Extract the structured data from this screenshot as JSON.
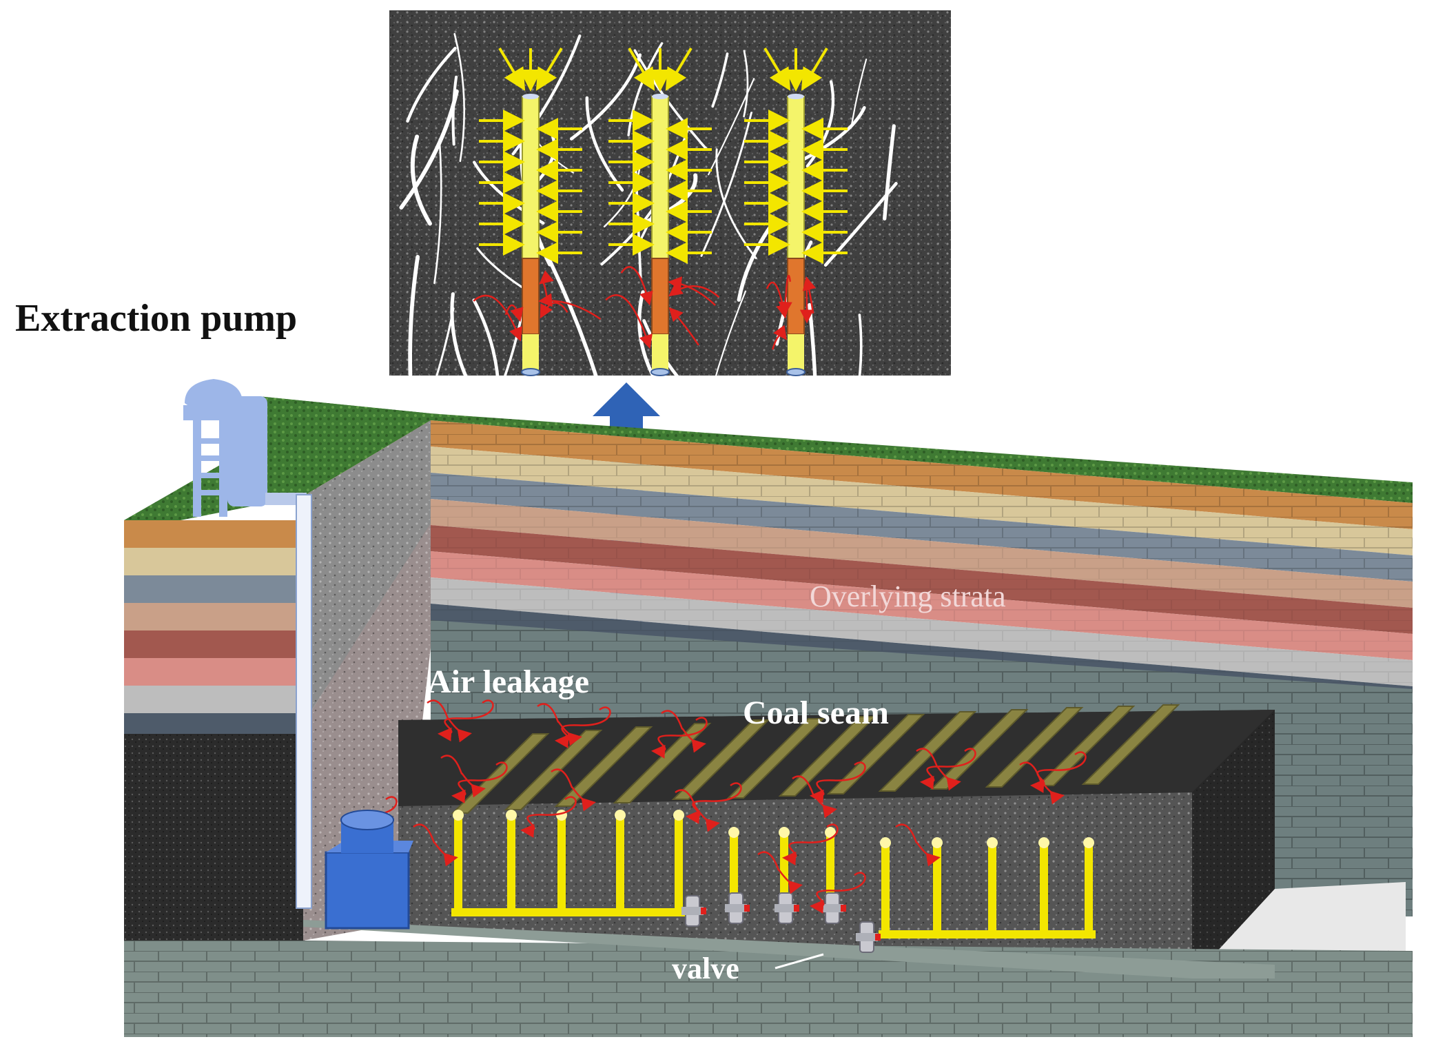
{
  "labels": {
    "extraction_pump": "Extraction pump",
    "overlying_strata": "Overlying strata",
    "air_leakage": "Air leakage",
    "coal_seam": "Coal seam",
    "valve": "valve"
  },
  "colors": {
    "grass": "#3f7a33",
    "soil_orange": "#c98a4a",
    "sandstone": "#d8c79a",
    "grey_stone": "#7c8a99",
    "tan_layer": "#c9a088",
    "granite_red": "#a2584f",
    "pink_layer": "#d98d86",
    "gravel": "#bdbdbd",
    "slate": "#4e5b6a",
    "coal": "#2a2a2a",
    "pipe_yellow": "#f3e600",
    "borehole_yellow": "#f4f46a",
    "seal_orange": "#e0762d",
    "arrow_blue": "#2f63b6",
    "pump_blue": "#3a6fd1",
    "leak_red": "#e0201c"
  },
  "icons": [
    "pump-tower-icon",
    "vacuum-pump-icon",
    "valve-icon",
    "up-arrow-icon"
  ]
}
